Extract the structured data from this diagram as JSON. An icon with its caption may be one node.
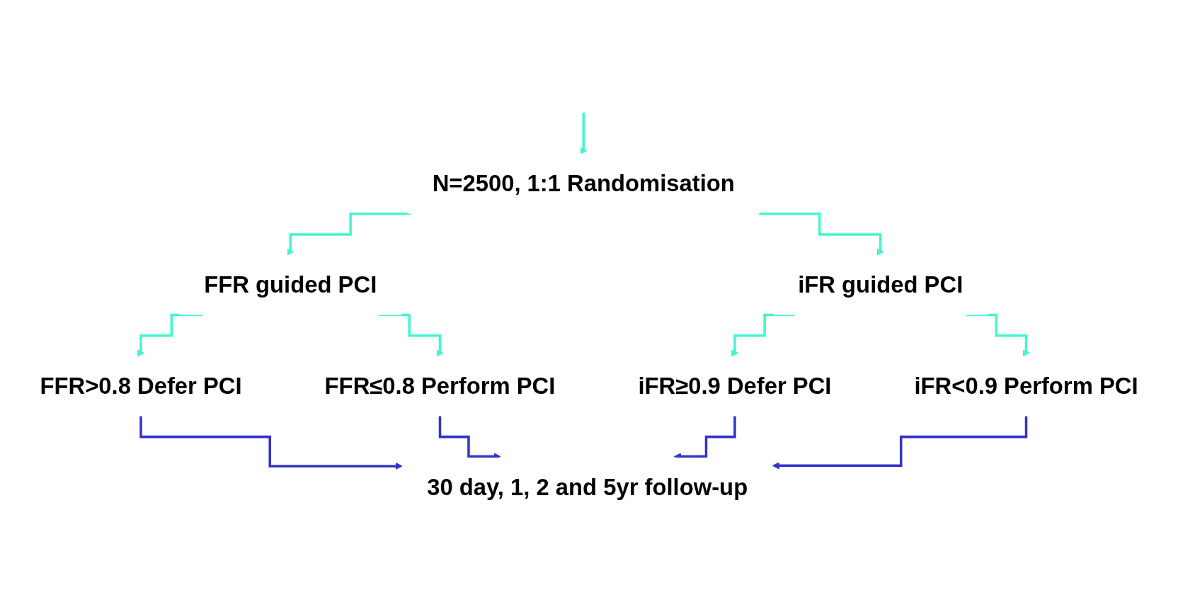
{
  "diagram": {
    "nodes": [
      {
        "text": [
          "N=2500, 1:1 Randomisation"
        ]
      },
      {
        "text": [
          "FFR guided PCI"
        ]
      },
      {
        "text": [
          "iFR guided PCI"
        ]
      },
      {
        "text": [
          "FFR>0.8 Defer PCI"
        ]
      },
      {
        "text": [
          "FFR≤0.8 Perform PCI"
        ]
      },
      {
        "text": [
          "iFR≥0.9 Defer PCI"
        ]
      },
      {
        "text": [
          "iFR<0.9 Perform PCI"
        ]
      },
      {
        "text": [
          "30 day, 1, 2 and 5yr follow-up"
        ]
      }
    ],
    "edges": [
      {
        "from": null,
        "to": 0,
        "arrow": "to"
      },
      {
        "from": 0,
        "to": 1,
        "arrow": "to"
      },
      {
        "from": 0,
        "to": 2,
        "arrow": "to"
      },
      {
        "from": 1,
        "to": 3,
        "arrow": "to"
      },
      {
        "from": 1,
        "to": 4,
        "arrow": "to"
      },
      {
        "from": 2,
        "to": 5,
        "arrow": "to"
      },
      {
        "from": 2,
        "to": 6,
        "arrow": "to"
      },
      {
        "from": 3,
        "to": 7,
        "arrow": "to",
        "color": "#3333cc"
      },
      {
        "from": 4,
        "to": 7,
        "arrow": "to",
        "color": "#3333cc"
      },
      {
        "from": 5,
        "to": 7,
        "arrow": "to",
        "color": "#3333cc"
      },
      {
        "from": 6,
        "to": 7,
        "arrow": "to",
        "color": "#3333cc"
      }
    ]
  }
}
